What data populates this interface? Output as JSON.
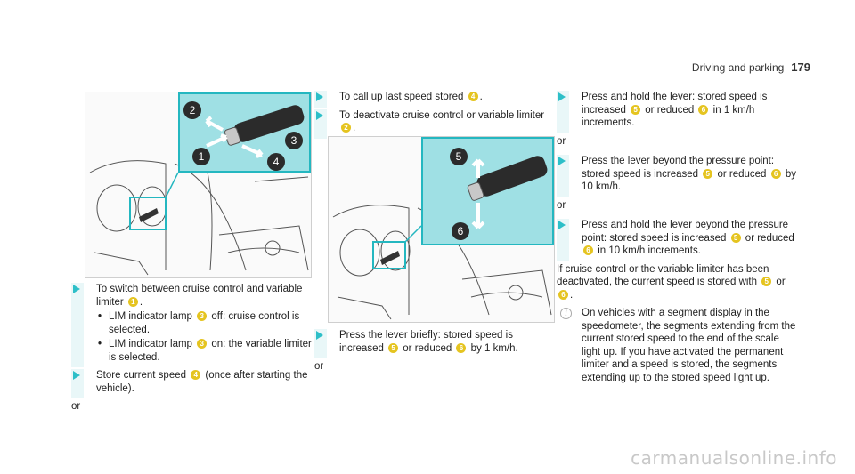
{
  "header": {
    "section": "Driving and parking",
    "page": "179"
  },
  "col1": {
    "step1": "To switch between cruise control and variable limiter",
    "step1_ref": "1",
    "bullet1_a": "LIM indicator lamp",
    "bullet1_ref": "3",
    "bullet1_b": "off: cruise control is selected.",
    "bullet2_a": "LIM indicator lamp",
    "bullet2_ref": "3",
    "bullet2_b": "on: the variable limiter is selected.",
    "step2_a": "Store current speed",
    "step2_ref": "4",
    "step2_b": "(once after starting the vehicle).",
    "or": "or"
  },
  "col2": {
    "step1_a": "To call up last speed stored",
    "step1_ref": "4",
    "step2_a": "To deactivate cruise control or variable limiter",
    "step2_ref": "2",
    "step3_a": "Press the lever briefly: stored speed is increased",
    "step3_ref1": "5",
    "step3_b": "or reduced",
    "step3_ref2": "6",
    "step3_c": "by 1 km/h.",
    "or": "or"
  },
  "col3": {
    "step1_a": "Press and hold the lever: stored speed is increased",
    "step1_ref1": "5",
    "step1_b": "or reduced",
    "step1_ref2": "6",
    "step1_c": "in 1 km/h increments.",
    "or1": "or",
    "step2_a": "Press the lever beyond the pressure point: stored speed is increased",
    "step2_ref1": "5",
    "step2_b": "or reduced",
    "step2_ref2": "6",
    "step2_c": "by 10 km/h.",
    "or2": "or",
    "step3_a": "Press and hold the lever beyond the pressure point: stored speed is increased",
    "step3_ref1": "5",
    "step3_b": "or reduced",
    "step3_ref2": "6",
    "step3_c": "in 10 km/h increments.",
    "para_a": "If cruise control or the variable limiter has been deactivated, the current speed is stored with",
    "para_ref1": "5",
    "para_b": "or",
    "para_ref2": "6",
    "note": "On vehicles with a segment display in the speedometer, the segments extending from the current stored speed to the end of the scale light up. If you have activated the permanent limiter and a speed is stored, the segments extending up to the stored speed light up."
  },
  "figure1": {
    "labels": [
      "1",
      "2",
      "3",
      "4"
    ]
  },
  "figure2": {
    "labels": [
      "5",
      "6"
    ]
  },
  "colors": {
    "accent": "#2dbfc8",
    "inset_bg": "#9fe0e4",
    "callout": "#e5c420"
  },
  "watermark": "carmanualsonline.info"
}
